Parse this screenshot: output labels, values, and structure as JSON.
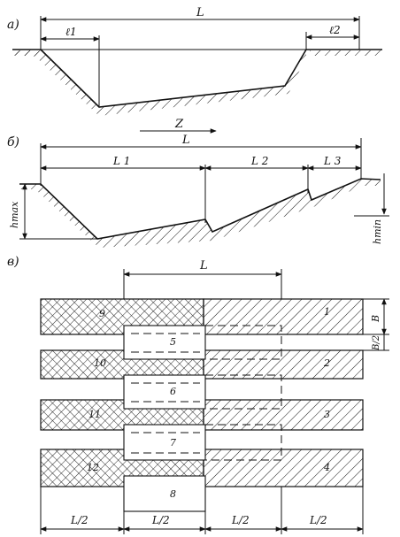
{
  "panel_a": {
    "label": "а)",
    "L": "L",
    "l1": "ℓ1",
    "l2": "ℓ2"
  },
  "arrow": {
    "label": "Z"
  },
  "panel_b": {
    "label": "б)",
    "L": "L",
    "L1": "L 1",
    "L2": "L 2",
    "L3": "L 3",
    "hmax": "hmax",
    "hmin": "hmin"
  },
  "panel_c": {
    "label": "в)",
    "L": "L",
    "B": "B",
    "B2": "B/2",
    "strip_numbers": [
      "1",
      "2",
      "3",
      "4",
      "5",
      "6",
      "7",
      "8",
      "9",
      "10",
      "11",
      "12"
    ],
    "bottom_dims": [
      "L/2",
      "L/2",
      "L/2",
      "L/2"
    ]
  }
}
